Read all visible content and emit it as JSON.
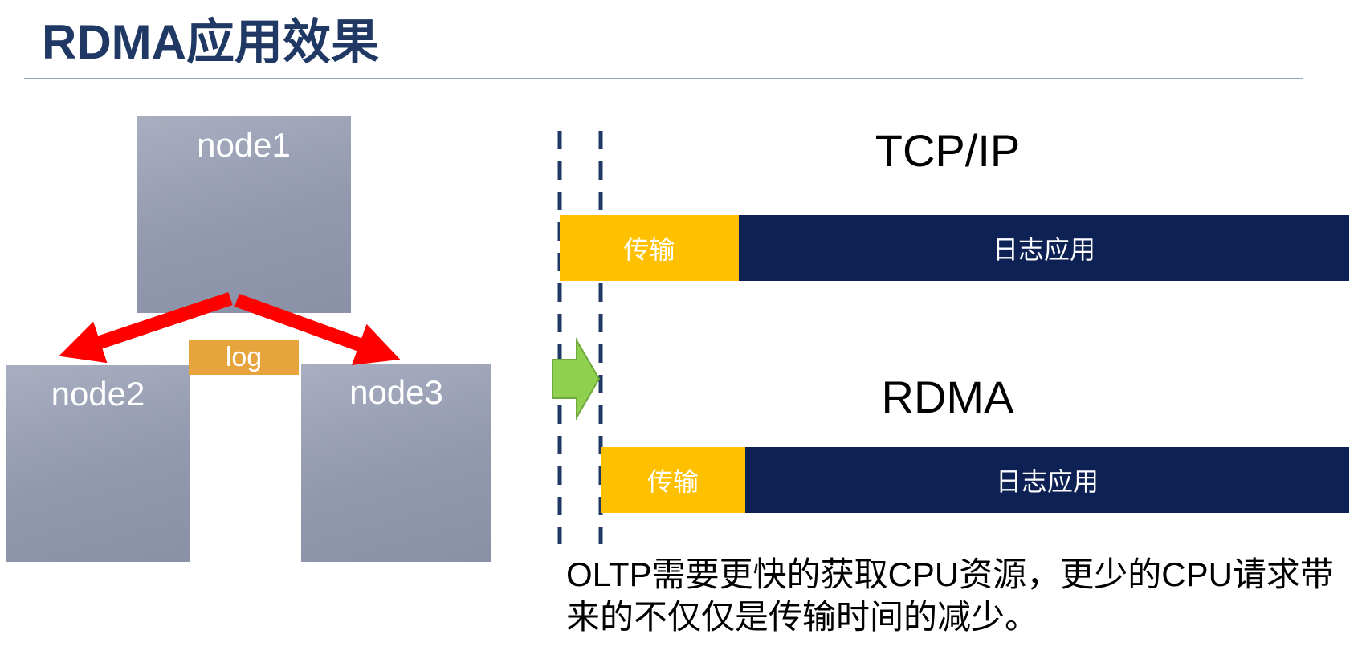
{
  "title": "RDMA应用效果",
  "cluster": {
    "node1": "node1",
    "node2": "node2",
    "node3": "node3",
    "log": "log"
  },
  "comparison": {
    "tcp": {
      "heading": "TCP/IP",
      "transfer_label": "传输",
      "app_label": "日志应用"
    },
    "rdma": {
      "heading": "RDMA",
      "transfer_label": "传输",
      "app_label": "日志应用"
    },
    "caption": "OLTP需要更快的获取CPU资源，更少的CPU请求带来的不仅仅是传输时间的减少。"
  },
  "colors": {
    "title_navy": "#1F3864",
    "bar_navy": "#0D2155",
    "bar_orange": "#FFC000",
    "log_orange": "#E7A33C",
    "node_gray": "#9298AD",
    "arrow_red": "#FF0000",
    "arrow_green": "#8FD14F",
    "dashed_line_navy": "#1F3864"
  }
}
